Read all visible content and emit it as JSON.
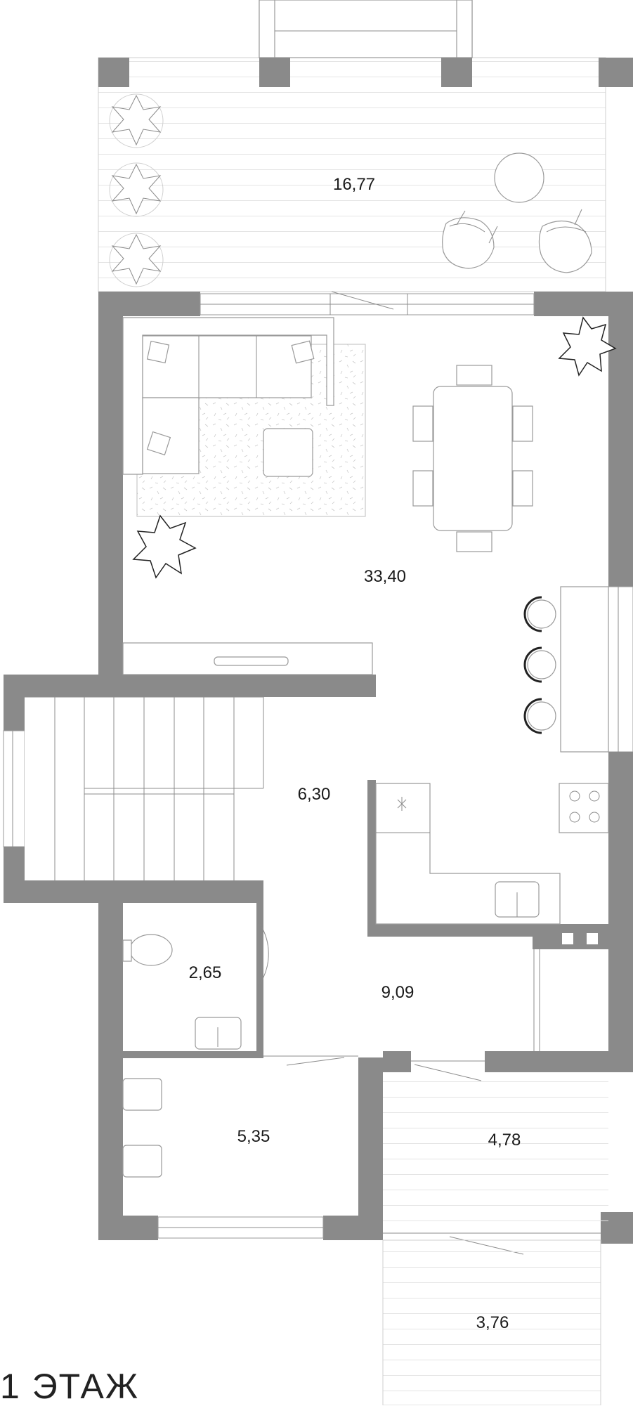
{
  "floor_title": "1 ЭТАЖ",
  "rooms": [
    {
      "id": "terrace-top",
      "area": "16,77"
    },
    {
      "id": "living-kitchen",
      "area": "33,40"
    },
    {
      "id": "stair-hall",
      "area": "6,30"
    },
    {
      "id": "bathroom",
      "area": "2,65"
    },
    {
      "id": "hall",
      "area": "9,09"
    },
    {
      "id": "room-bottom-left",
      "area": "5,35"
    },
    {
      "id": "porch",
      "area": "4,78"
    },
    {
      "id": "deck-bottom",
      "area": "3,76"
    }
  ],
  "colors": {
    "wall": "#8a8a8a",
    "line": "#9a9a9a",
    "text": "#1a1a1a"
  }
}
